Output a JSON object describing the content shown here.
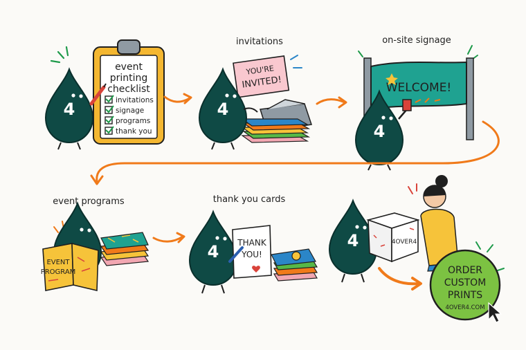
{
  "drop_label": "4",
  "colors": {
    "drop": "#0f4a45",
    "arrow": "#f07a1a",
    "cta": "#7cc242",
    "clipboard": "#f4b731",
    "banner": "#1fa291"
  },
  "steps": {
    "checklist": {
      "title_lines": [
        "event",
        "printing",
        "checklist"
      ],
      "items": [
        "invitations",
        "signage",
        "programs",
        "thank you"
      ]
    },
    "invitations": {
      "label": "invitations",
      "card_lines": [
        "YOU'RE",
        "INVITED!"
      ]
    },
    "signage": {
      "label": "on-site signage",
      "banner_text": "WELCOME!"
    },
    "programs": {
      "label": "event programs",
      "booklet_lines": [
        "EVENT",
        "PROGRAM"
      ]
    },
    "thank_you": {
      "label": "thank you cards",
      "card_lines": [
        "THANK",
        "YOU!"
      ]
    },
    "delivery": {
      "box_text": "4OVER4"
    }
  },
  "cta": {
    "lines": [
      "ORDER",
      "CUSTOM",
      "PRINTS"
    ],
    "url": "4OVER4.COM"
  },
  "icons": [
    "clipboard-icon",
    "envelope-icon",
    "banner-icon",
    "paint-roller-icon",
    "booklet-icon",
    "card-stack-icon",
    "box-icon",
    "cursor-icon"
  ]
}
